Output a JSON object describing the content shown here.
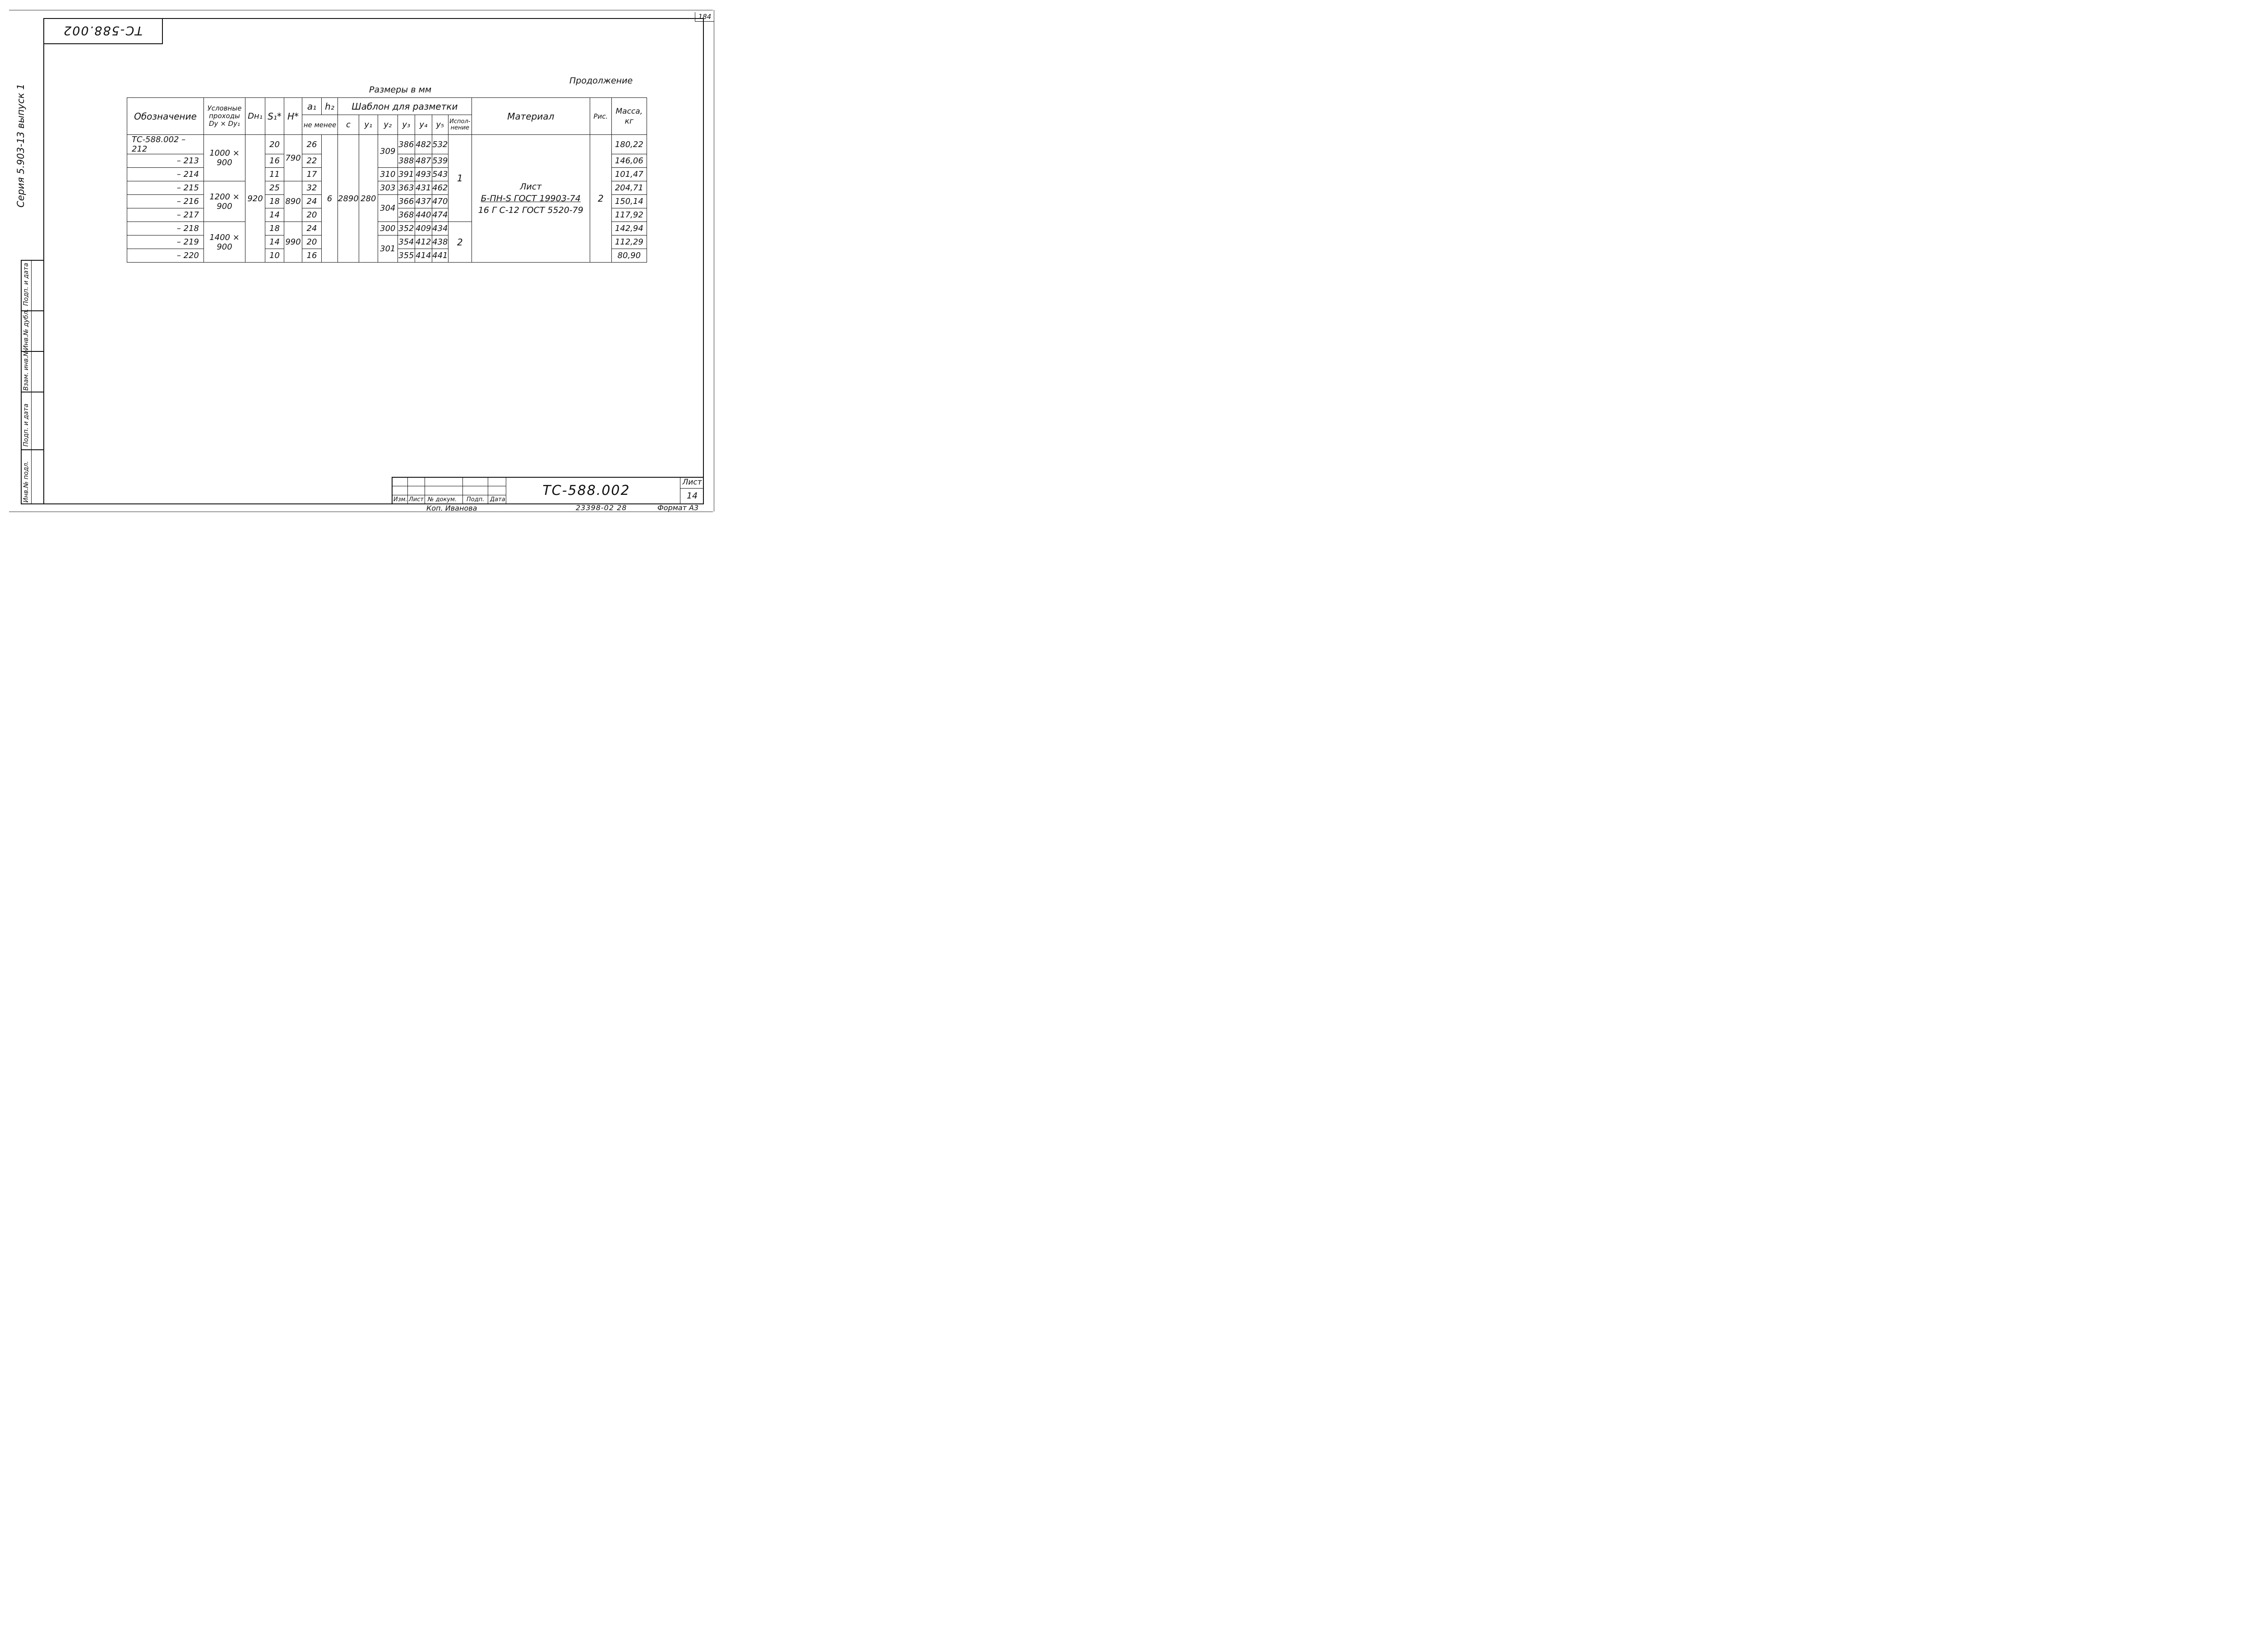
{
  "page_number": "184",
  "stamp": "ТС-588.002",
  "series_label": "Серия 5.903-13 выпуск 1",
  "side_labels": [
    "Инв.№ подл.",
    "Подп. и дата",
    "Взам. инв.№",
    "Инв.№ дубл.",
    "Подп. и дата"
  ],
  "continuation": "Продолжение",
  "units_caption": "Размеры в мм",
  "table": {
    "headers": {
      "designation": "Обозначение",
      "passages_line1": "Условные",
      "passages_line2": "проходы",
      "passages_line3": "Dу × Dу₁",
      "dn": "Dн₁",
      "s": "S₁*",
      "h": "H*",
      "a1": "a₁",
      "h2": "h₂",
      "min": "не менее",
      "template": "Шаблон для разметки",
      "c": "c",
      "y1": "y₁",
      "y2": "y₂",
      "y3": "y₃",
      "y4": "y₄",
      "y5": "y₅",
      "variant": "Испол- нение",
      "material": "Материал",
      "fig": "Рис.",
      "mass": "Масса, кг"
    },
    "rows": [
      {
        "designation": "ТС-588.002 – 212",
        "s": "20",
        "a1": "26",
        "y3": "386",
        "y4": "482",
        "y5": "532",
        "mass": "180,22"
      },
      {
        "designation": "– 213",
        "s": "16",
        "a1": "22",
        "y3": "388",
        "y4": "487",
        "y5": "539",
        "mass": "146,06"
      },
      {
        "designation": "– 214",
        "s": "11",
        "a1": "17",
        "y3": "391",
        "y4": "493",
        "y5": "543",
        "mass": "101,47"
      },
      {
        "designation": "– 215",
        "s": "25",
        "a1": "32",
        "y3": "363",
        "y4": "431",
        "y5": "462",
        "mass": "204,71"
      },
      {
        "designation": "– 216",
        "s": "18",
        "a1": "24",
        "y3": "366",
        "y4": "437",
        "y5": "470",
        "mass": "150,14"
      },
      {
        "designation": "– 217",
        "s": "14",
        "a1": "20",
        "y3": "368",
        "y4": "440",
        "y5": "474",
        "mass": "117,92"
      },
      {
        "designation": "– 218",
        "s": "18",
        "a1": "24",
        "y3": "352",
        "y4": "409",
        "y5": "434",
        "mass": "142,94"
      },
      {
        "designation": "– 219",
        "s": "14",
        "a1": "20",
        "y3": "354",
        "y4": "412",
        "y5": "438",
        "mass": "112,29"
      },
      {
        "designation": "– 220",
        "s": "10",
        "a1": "16",
        "y3": "355",
        "y4": "414",
        "y5": "441",
        "mass": "80,90"
      }
    ],
    "passages": [
      "1000 × 900",
      "1200 × 900",
      "1400 × 900"
    ],
    "dn": "920",
    "h_values": [
      "790",
      "890",
      "990"
    ],
    "h2": "6",
    "c": "2890",
    "y1": "280",
    "y2": [
      "309",
      "310",
      "303",
      "304",
      "300",
      "301"
    ],
    "variants": [
      "1",
      "2"
    ],
    "material": {
      "line1": "Лист",
      "line2": "Б-ПН-S ГОСТ 19903-74",
      "line3": "16 Г С-12 ГОСТ 5520-79"
    },
    "fig": "2"
  },
  "title_block": {
    "izm": "Изм.",
    "list": "Лист",
    "doc_no": "№ докум.",
    "sign": "Подп.",
    "date": "Дата",
    "designation": "ТС-588.002",
    "sheet_label": "Лист",
    "sheet_no": "14",
    "copied": "Коп. Иванова",
    "order": "23398-02 28",
    "format": "Формат А3"
  }
}
